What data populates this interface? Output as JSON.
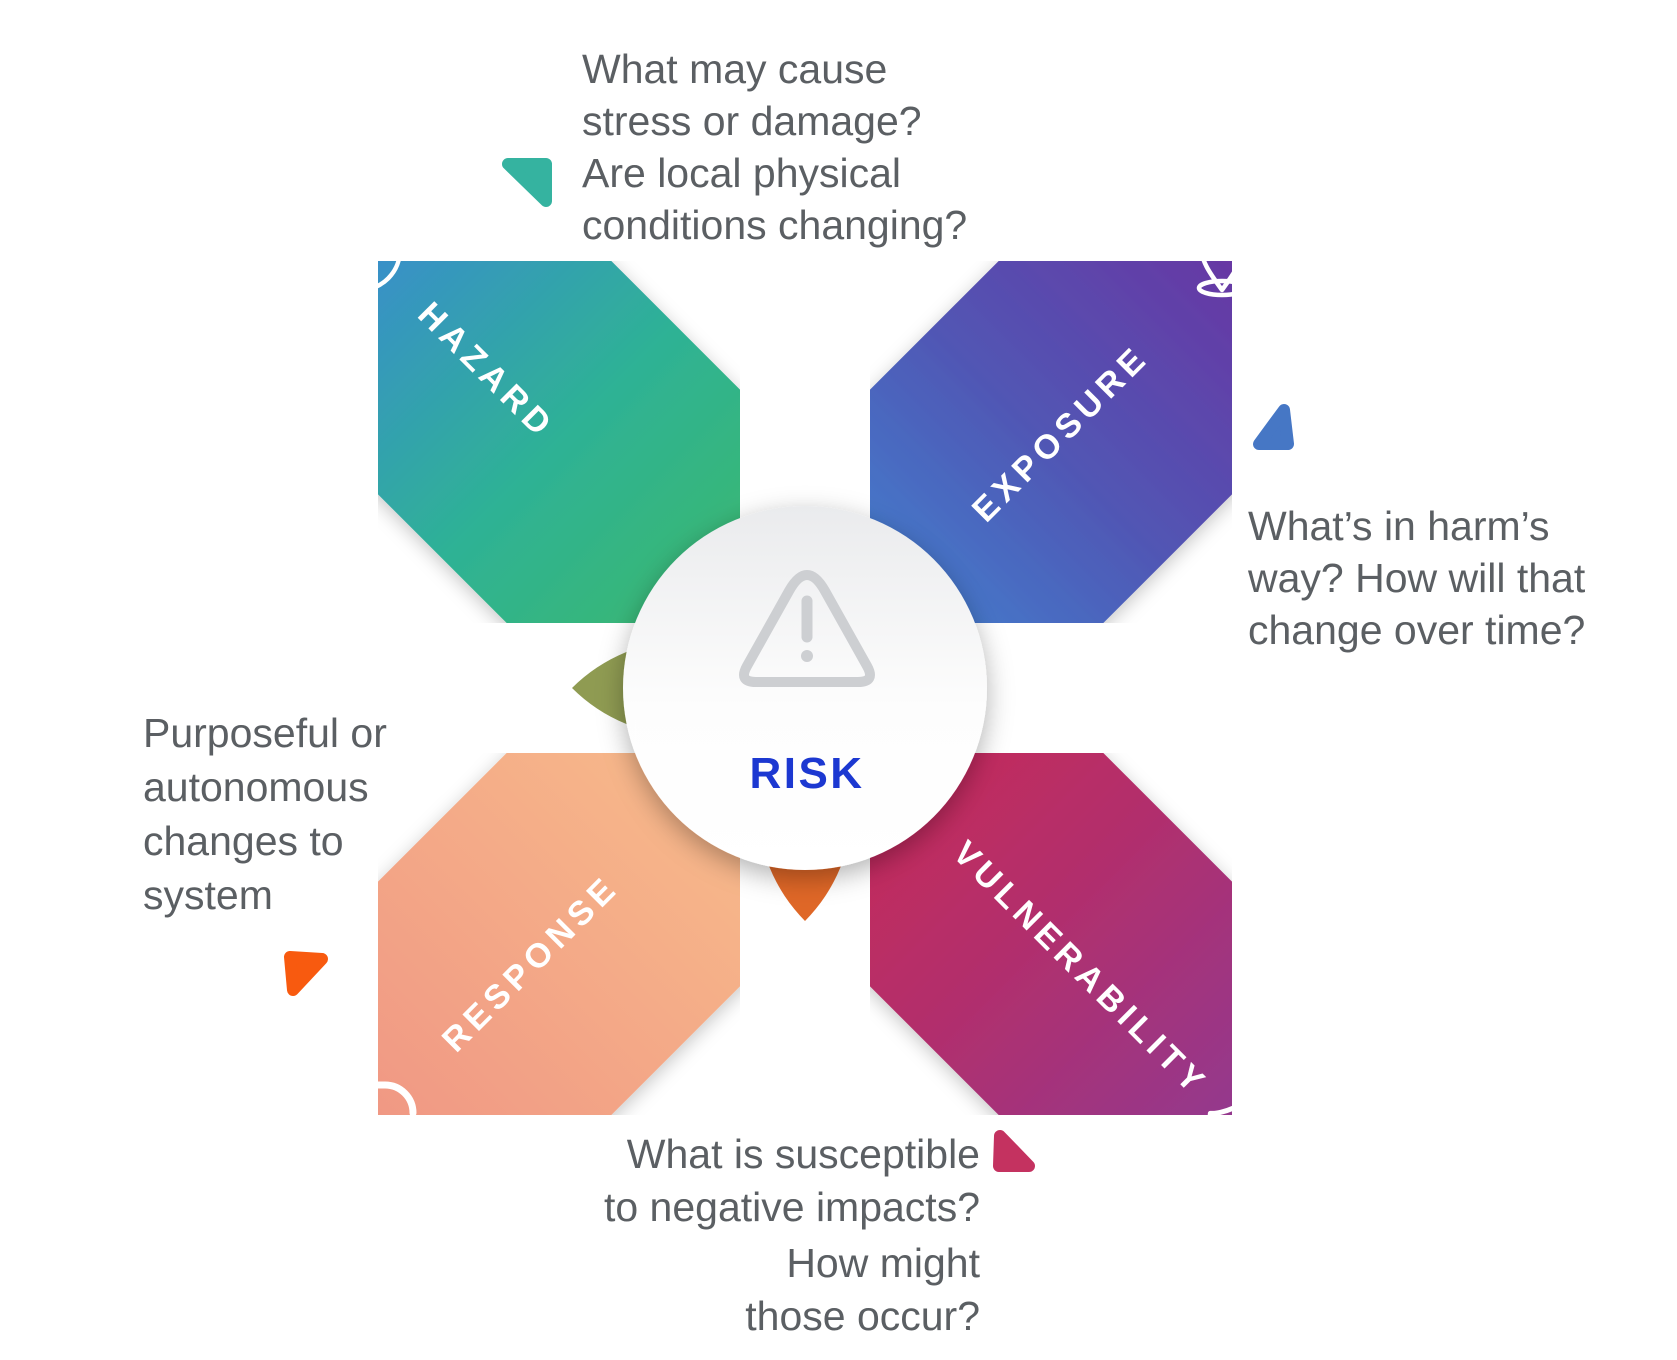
{
  "center": {
    "label": "RISK",
    "label_color": "#1c38d1",
    "warning_icon_color": "#cdcfd2"
  },
  "pills": {
    "hazard": {
      "label": "HAZARD",
      "icon": "exclamation-circle-icon",
      "gradient": [
        "#3c84da",
        "#2eb295",
        "#41bb5e"
      ]
    },
    "exposure": {
      "label": "EXPOSURE",
      "icon": "location-pin-icon",
      "gradient": [
        "#6f2d9e",
        "#5156b4",
        "#3a92da"
      ]
    },
    "response": {
      "label": "RESPONSE",
      "icon": "sync-icon",
      "gradient": [
        "#ef9283",
        "#f9c28c"
      ]
    },
    "vulnerability": {
      "label": "VULNERABILITY",
      "icon": "broken-shield-icon",
      "gradient": [
        "#d02950",
        "#b02f6e",
        "#8a3c98"
      ]
    }
  },
  "overlaps": {
    "hazard_response": "#8f9b52",
    "response_vulnerability": "#df6727"
  },
  "markers": {
    "hazard": "#35b3a0",
    "exposure": "#4677c5",
    "response": "#f85a0f",
    "vulnerability": "#c43260"
  },
  "annotation_color": "#5b5f63",
  "annotations": {
    "hazard": {
      "lines": [
        "What may cause",
        "stress or damage?",
        "Are local physical",
        "conditions changing?"
      ]
    },
    "exposure": {
      "lines": [
        "What’s in harm’s",
        "way? How will that",
        "change over time?"
      ]
    },
    "response": {
      "lines": [
        "Purposeful or",
        "autonomous",
        "changes to",
        "system"
      ]
    },
    "vulnerability": {
      "lines": [
        "What is susceptible",
        "to negative impacts?",
        "How might",
        "those occur?"
      ]
    }
  }
}
